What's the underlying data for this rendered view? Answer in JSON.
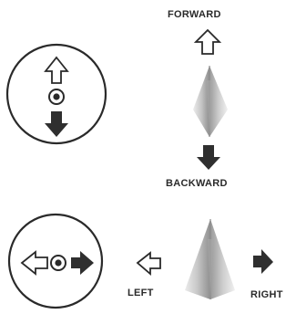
{
  "labels": {
    "forward": "FORWARD",
    "backward": "BACKWARD",
    "left": "LEFT",
    "right": "RIGHT"
  },
  "icons": [
    "joystick-forward-backward-icon",
    "joystick-left-right-icon",
    "arrow-up-outline-icon",
    "arrow-down-solid-icon",
    "arrow-left-outline-icon",
    "arrow-right-solid-icon",
    "paper-plane-icon"
  ],
  "colors": {
    "stroke": "#2a2a2a",
    "fill_dark": "#2f2f2f",
    "plane_shade": "#b9b9b9",
    "background": "#ffffff"
  }
}
